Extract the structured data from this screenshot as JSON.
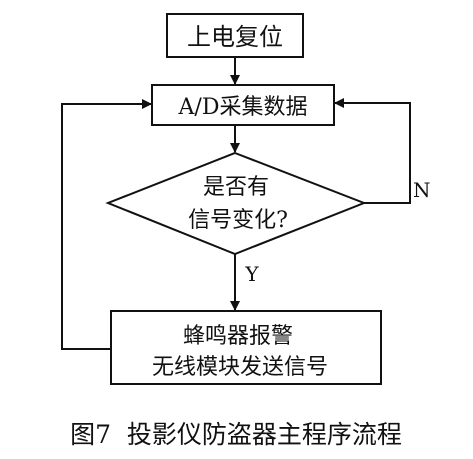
{
  "diagram": {
    "nodes": {
      "power_reset": "上电复位",
      "ad_collect": "A/D采集数据",
      "decision_line1": "是否有",
      "decision_line2": "信号变化?",
      "alarm_line1": "蜂鸣器报警",
      "alarm_line2": "无线模块发送信号"
    },
    "edges": {
      "yes_label": "Y",
      "no_label": "N"
    }
  },
  "caption": "图7  投影仪防盗器主程序流程"
}
